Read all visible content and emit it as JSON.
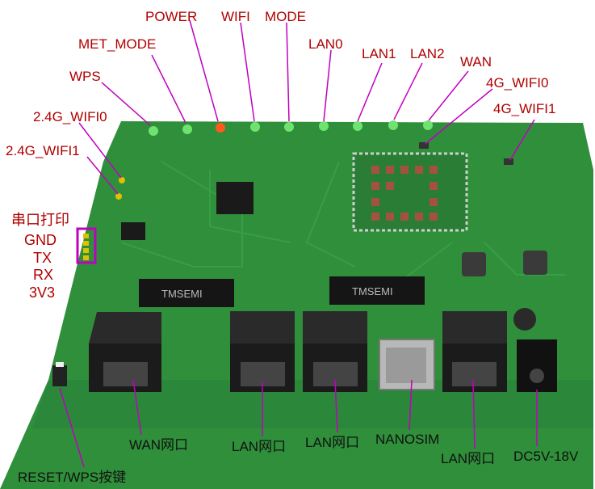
{
  "colors": {
    "board": "#2f8f3a",
    "board_dark": "#1f6a2a",
    "label_red": "#b00000",
    "label_black": "#111111",
    "leader_line": "#c000c0",
    "led_green": "#6fe36f",
    "led_red": "#ff5a1e"
  },
  "labels": {
    "power": "POWER",
    "wifi": "WIFI",
    "mode": "MODE",
    "met_mode": "MET_MODE",
    "lan0": "LAN0",
    "lan1": "LAN1",
    "lan2": "LAN2",
    "wan": "WAN",
    "wps": "WPS",
    "g4_wifi0": "4G_WIFI0",
    "g4_wifi1": "4G_WIFI1",
    "g24_wifi0": "2.4G_WIFI0",
    "g24_wifi1": "2.4G_WIFI1",
    "serial_title": "串口打印",
    "gnd": "GND",
    "tx": "TX",
    "rx": "RX",
    "v33": "3V3",
    "wan_port": "WAN网口",
    "lan_port_1": "LAN网口",
    "lan_port_2": "LAN网口",
    "nanosim": "NANOSIM",
    "lan_port_3": "LAN网口",
    "dc_input": "DC5V-18V",
    "reset_wps": "RESET/WPS按键"
  },
  "board_silkscreen": {
    "transformer_1": "TMSEMI",
    "transformer_2": "TMSEMI"
  }
}
